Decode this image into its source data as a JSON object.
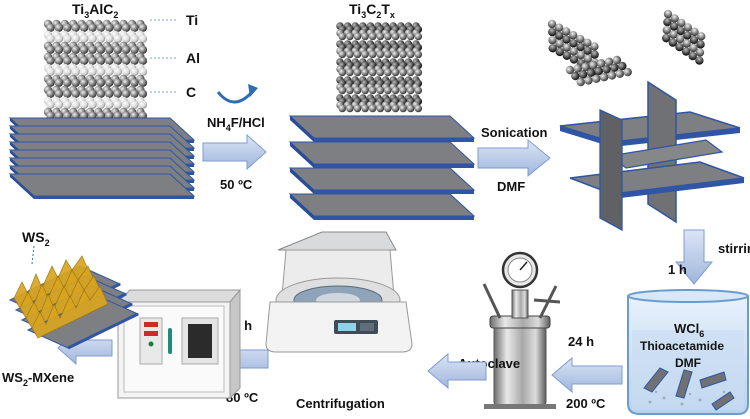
{
  "stage1": {
    "formula_prefix": "Ti",
    "formula_sub1": "3",
    "formula_mid": "AlC",
    "formula_sub2": "2",
    "atom_ti": "Ti",
    "atom_al": "Al",
    "atom_c": "C"
  },
  "step1": {
    "reagent_main": "NH",
    "reagent_sub": "4",
    "reagent_rest": "F/HCl",
    "temperature": "50 ºC"
  },
  "stage2": {
    "formula_prefix": "Ti",
    "formula_sub1": "3",
    "formula_mid": "C",
    "formula_sub2": "2",
    "formula_mid2": "T",
    "formula_sub3": "x"
  },
  "step2": {
    "method": "Sonication",
    "solvent": "DMF"
  },
  "step3": {
    "method": "stirring",
    "time": "1 h"
  },
  "beaker": {
    "line1_main": "WCl",
    "line1_sub": "6",
    "line2": "Thioacetamide",
    "line3": "DMF"
  },
  "step4": {
    "time": "24 h",
    "temperature": "200 ºC",
    "device": "Autoclave"
  },
  "step5": {
    "method": "Centrifugation"
  },
  "step6": {
    "time": "24 h",
    "temperature": "80 ºC"
  },
  "product": {
    "ws2_main": "WS",
    "ws2_sub": "2",
    "final_main": "WS",
    "final_sub": "2",
    "final_rest": "-MXene"
  },
  "colors": {
    "sheet_top": "#7d7f82",
    "sheet_edge": "#2f55a4",
    "arrow_fill": "#b4c7e7",
    "arrow_stroke": "#7f9ccf",
    "curved_arrow": "#2e6db4",
    "ws2_gold": "#d9a520"
  }
}
